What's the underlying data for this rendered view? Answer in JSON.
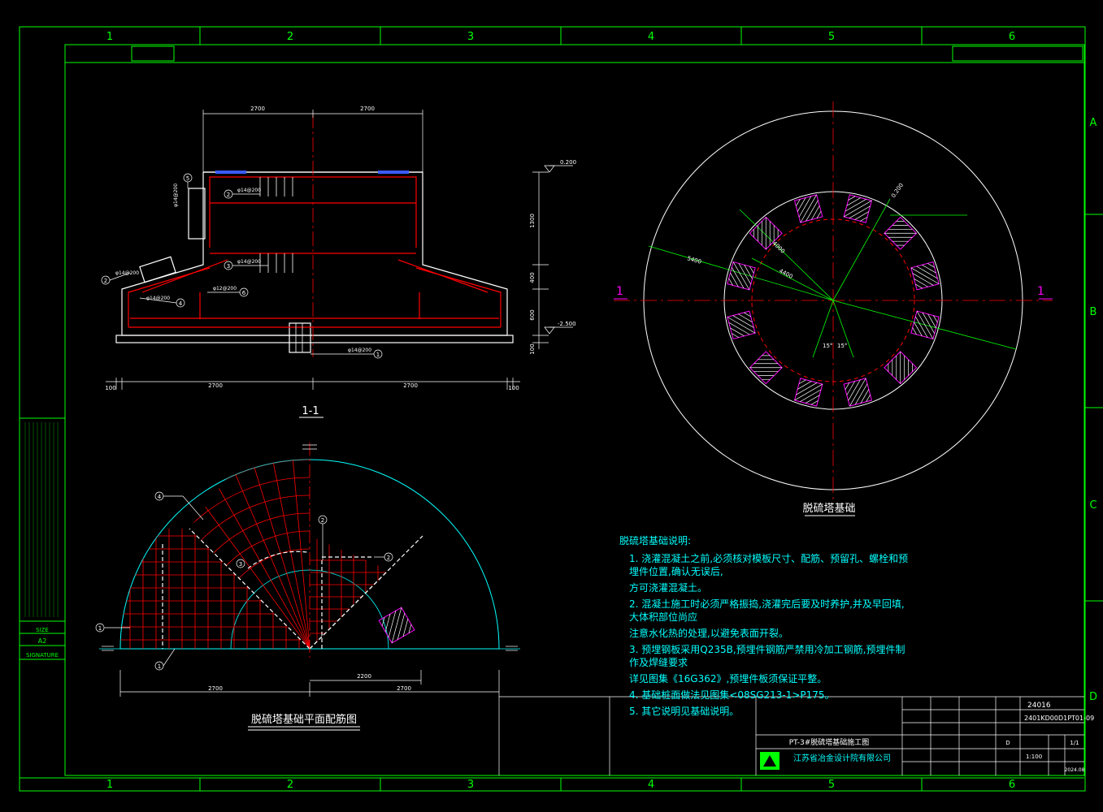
{
  "frame": {
    "columns": [
      "1",
      "2",
      "3",
      "4",
      "5",
      "6"
    ],
    "rows": [
      "A",
      "B",
      "C",
      "D"
    ],
    "size_label": "SIZE",
    "size_value": "A2",
    "signature_label": "SIGNATURE"
  },
  "section_view": {
    "title": "1-1",
    "dims_top": [
      "2700",
      "2700"
    ],
    "dims_bottom": [
      "100",
      "2700",
      "2700",
      "100"
    ],
    "dims_right": [
      "1300",
      "400",
      "600",
      "100"
    ],
    "elev_top": "0.200",
    "elev_bottom": "-2.500",
    "rebar_labels": [
      "φ14@200",
      "φ14@200",
      "φ14@200",
      "φ14@200",
      "φ14@200",
      "φ12@200"
    ],
    "callouts": [
      "1",
      "2",
      "3",
      "4",
      "5",
      "6"
    ]
  },
  "plan_view": {
    "title": "脱硫塔基础平面配筋图",
    "dims": [
      "2700",
      "2200",
      "2700"
    ],
    "callouts": [
      "1",
      "2",
      "3",
      "4"
    ]
  },
  "circle_view": {
    "title": "脱硫塔基础",
    "radius_labels": [
      "5400",
      "4400",
      "4000"
    ],
    "angle_labels": [
      "15°",
      "15°"
    ],
    "elev": "0.200",
    "section_marks": [
      "1",
      "1"
    ]
  },
  "notes": {
    "heading": "脱硫塔基础说明:",
    "items": [
      "1. 浇灌混凝土之前,必须核对模板尺寸、配筋、预留孔、螺栓和预埋件位置,确认无误后,",
      "    方可浇灌混凝土。",
      "2. 混凝土施工时必须严格振捣,浇灌完后要及时养护,并及早回填,大体积部位尚应",
      "    注意水化热的处理,以避免表面开裂。",
      "3. 预埋钢板采用Q235B,预埋件钢筋严禁用冷加工钢筋,预埋件制作及焊缝要求",
      "    详见图集《16G362》,预埋件板须保证平整。",
      "4. 基础桩面做法见图集<08SG213-1>P175。",
      "5. 其它说明见基础说明。"
    ]
  },
  "title_block": {
    "company": "江苏省冶金设计院有限公司",
    "drawing_title": "PT-3#脱硫塔基础施工图",
    "project_no": "24016",
    "drawing_no": "2401KD00D1PT01-09",
    "scale": "1:100",
    "sheet": "1/1",
    "stage": "D",
    "date": "2024.08"
  },
  "colors": {
    "frame": "#00ff00",
    "rebar": "#ff0000",
    "outline": "#ffffff",
    "text": "#ffffff",
    "notes": "#00ffff",
    "plates": "#ff00ff",
    "radial": "#00ff00",
    "center": "#ff0000"
  }
}
